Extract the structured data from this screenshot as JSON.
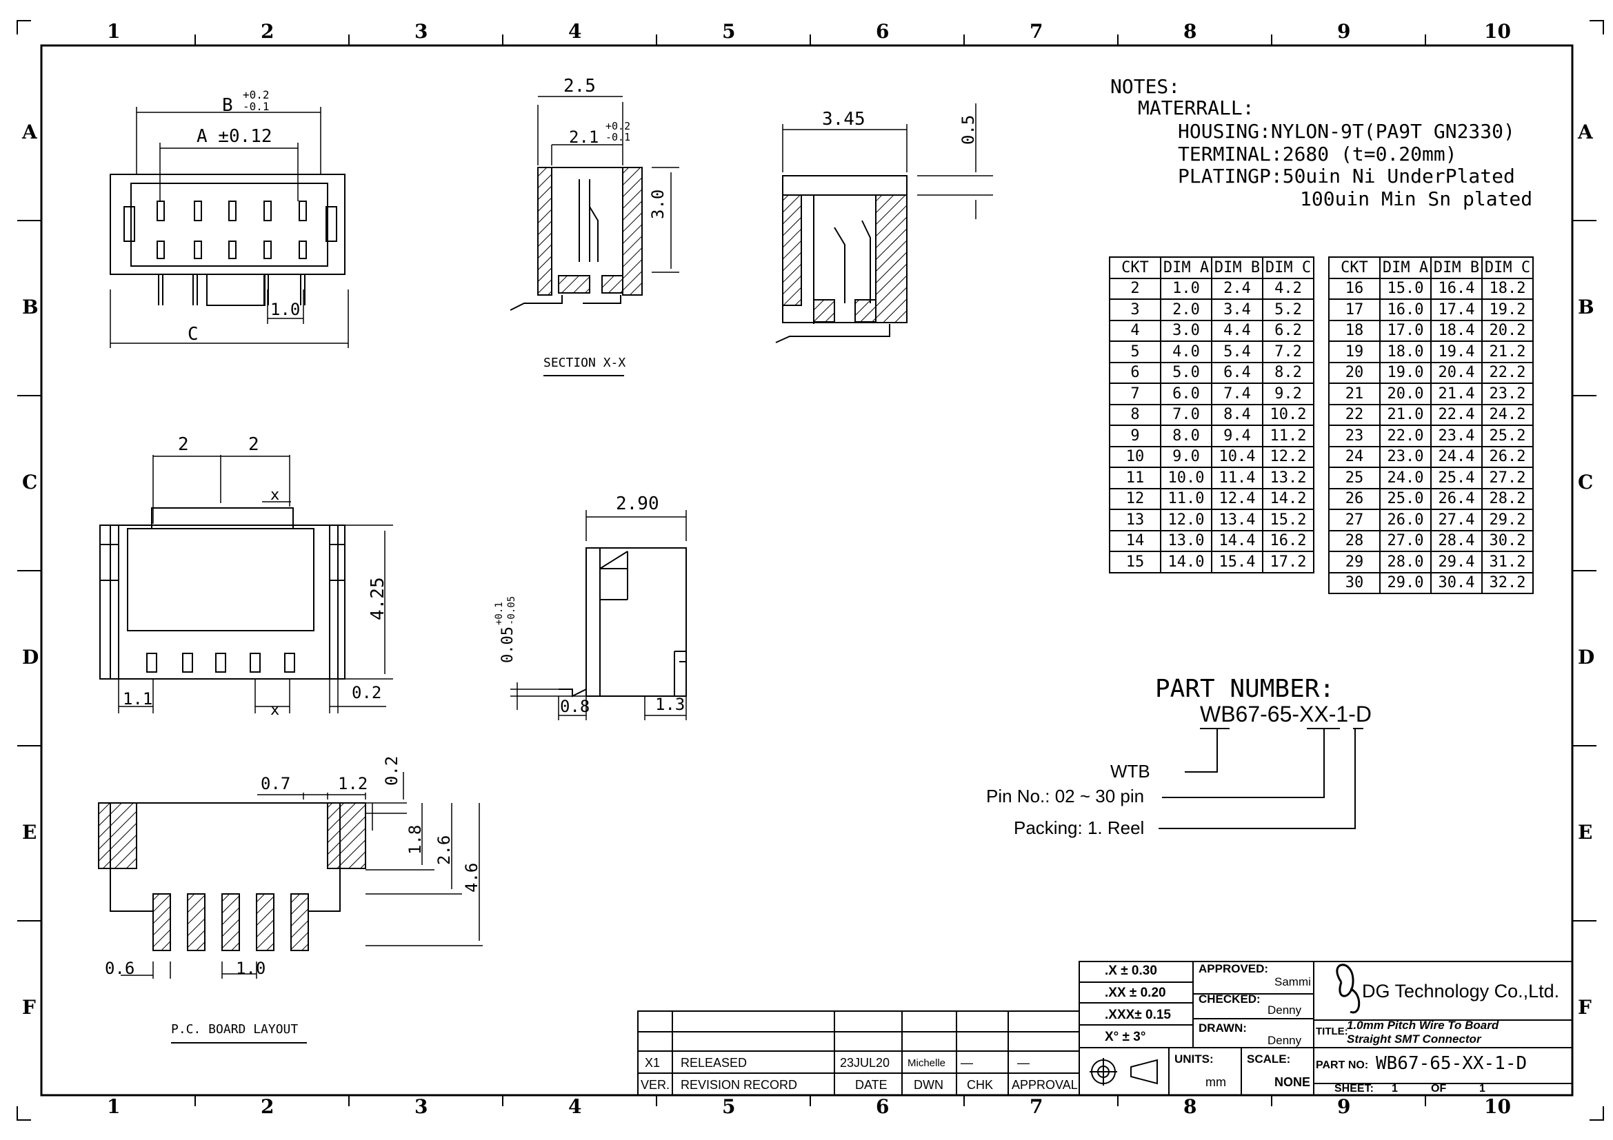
{
  "border": {
    "columns": [
      "1",
      "2",
      "3",
      "4",
      "5",
      "6",
      "7",
      "8",
      "9",
      "10"
    ],
    "rows": [
      "A",
      "B",
      "C",
      "D",
      "E",
      "F"
    ]
  },
  "notes": {
    "heading": "NOTES:",
    "line1": "MATERRALL:",
    "line2": "HOUSING:NYLON-9T(PA9T GN2330)",
    "line3": "TERMINAL:2680 (t=0.20mm)",
    "line4": "PLATINGP:50uin Ni UnderPlated",
    "line5": "100uin Min Sn plated"
  },
  "dimensions": {
    "b_main": "B",
    "b_tol_up": "+0.2",
    "b_tol_dn": "-0.1",
    "a_label": "A ±0.12",
    "pitch_1_0": "1.0",
    "c_label": "C",
    "sec_2_5": "2.5",
    "sec_2_1": "2.1",
    "sec_2_1_up": "+0.2",
    "sec_2_1_dn": "-0.1",
    "sec_3_0": "3.0",
    "side_3_45": "3.45",
    "side_0_5": "0.5",
    "front_2a": "2",
    "front_2b": "2",
    "front_x_top": "x",
    "front_4_25": "4.25",
    "front_1_1": "1.1",
    "front_x_bot": "x",
    "front_0_2": "0.2",
    "r_2_90": "2.90",
    "r_0_05": "0.05",
    "r_0_05_up": "+0.1",
    "r_0_05_dn": "-0.05",
    "r_0_8": "0.8",
    "r_1_3": "1.3",
    "pcb_0_7": "0.7",
    "pcb_1_2": "1.2",
    "pcb_0_2": "0.2",
    "pcb_1_8": "1.8",
    "pcb_2_6": "2.6",
    "pcb_4_6": "4.6",
    "pcb_0_6": "0.6",
    "pcb_1_0": "1.0"
  },
  "captions": {
    "section": "SECTION X-X",
    "pcb": "P.C. BOARD LAYOUT"
  },
  "dim_tables": {
    "headers": [
      "CKT",
      "DIM A",
      "DIM B",
      "DIM C"
    ],
    "left_rows": [
      [
        "2",
        "1.0",
        "2.4",
        "4.2"
      ],
      [
        "3",
        "2.0",
        "3.4",
        "5.2"
      ],
      [
        "4",
        "3.0",
        "4.4",
        "6.2"
      ],
      [
        "5",
        "4.0",
        "5.4",
        "7.2"
      ],
      [
        "6",
        "5.0",
        "6.4",
        "8.2"
      ],
      [
        "7",
        "6.0",
        "7.4",
        "9.2"
      ],
      [
        "8",
        "7.0",
        "8.4",
        "10.2"
      ],
      [
        "9",
        "8.0",
        "9.4",
        "11.2"
      ],
      [
        "10",
        "9.0",
        "10.4",
        "12.2"
      ],
      [
        "11",
        "10.0",
        "11.4",
        "13.2"
      ],
      [
        "12",
        "11.0",
        "12.4",
        "14.2"
      ],
      [
        "13",
        "12.0",
        "13.4",
        "15.2"
      ],
      [
        "14",
        "13.0",
        "14.4",
        "16.2"
      ],
      [
        "15",
        "14.0",
        "15.4",
        "17.2"
      ]
    ],
    "right_rows": [
      [
        "16",
        "15.0",
        "16.4",
        "18.2"
      ],
      [
        "17",
        "16.0",
        "17.4",
        "19.2"
      ],
      [
        "18",
        "17.0",
        "18.4",
        "20.2"
      ],
      [
        "19",
        "18.0",
        "19.4",
        "21.2"
      ],
      [
        "20",
        "19.0",
        "20.4",
        "22.2"
      ],
      [
        "21",
        "20.0",
        "21.4",
        "23.2"
      ],
      [
        "22",
        "21.0",
        "22.4",
        "24.2"
      ],
      [
        "23",
        "22.0",
        "23.4",
        "25.2"
      ],
      [
        "24",
        "23.0",
        "24.4",
        "26.2"
      ],
      [
        "25",
        "24.0",
        "25.4",
        "27.2"
      ],
      [
        "26",
        "25.0",
        "26.4",
        "28.2"
      ],
      [
        "27",
        "26.0",
        "27.4",
        "29.2"
      ],
      [
        "28",
        "27.0",
        "28.4",
        "30.2"
      ],
      [
        "29",
        "28.0",
        "29.4",
        "31.2"
      ],
      [
        "30",
        "29.0",
        "30.4",
        "32.2"
      ]
    ]
  },
  "part_number": {
    "heading": "PART NUMBER:",
    "code": "WB67-65-XX-1-D",
    "legend1": "WTB",
    "legend2": "Pin No.: 02 ~ 30 pin",
    "legend3": "Packing: 1. Reel"
  },
  "title_block": {
    "tol1": ".X   ± 0.30",
    "tol2": ".XX  ± 0.20",
    "tol3": ".XXX± 0.15",
    "tol4": "X°  ±  3°",
    "approved_label": "APPROVED:",
    "approved_name": "Sammi",
    "checked_label": "CHECKED:",
    "checked_name": "Denny",
    "drawn_label": "DRAWN:",
    "drawn_name": "Denny",
    "units_label": "UNITS:",
    "units_value": "mm",
    "scale_label": "SCALE:",
    "scale_value": "NONE",
    "company": "DG Technology Co.,Ltd.",
    "title_label": "TITLE:",
    "title_line1": "1.0mm Pitch Wire To Board",
    "title_line2": "Straight SMT Connector",
    "partno_label": "PART NO:",
    "partno_value": "WB67-65-XX-1-D",
    "sheet_label": "SHEET:",
    "sheet_value": "1",
    "of_label": "OF",
    "of_value": "1"
  },
  "revision": {
    "row": [
      "X1",
      "RELEASED",
      "23JUL20",
      "Michelle",
      "—",
      "—"
    ],
    "headers": [
      "VER.",
      "REVISION RECORD",
      "DATE",
      "DWN",
      "CHK",
      "APPROVAL"
    ]
  }
}
